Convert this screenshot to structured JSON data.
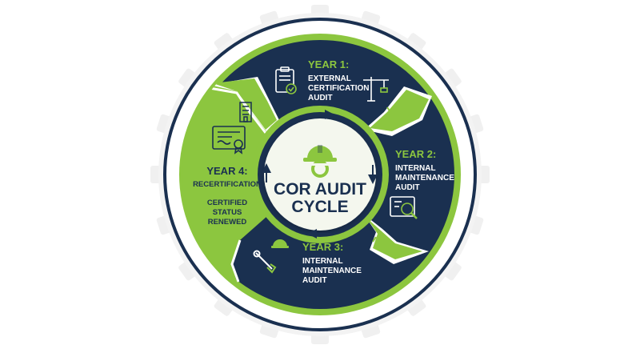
{
  "colors": {
    "navy": "#1a3050",
    "green": "#8cc63f",
    "white": "#ffffff",
    "gear_gray": "#eeeeee"
  },
  "center": {
    "title_line1": "COR AUDIT",
    "title_line2": "CYCLE",
    "icon": "hard-hat-gear-icon"
  },
  "segments": [
    {
      "year": "YEAR 1:",
      "lines": [
        "EXTERNAL",
        "CERTIFICATION",
        "AUDIT"
      ],
      "icons": [
        "clipboard-check-icon",
        "crane-icon"
      ]
    },
    {
      "year": "YEAR 2:",
      "lines": [
        "INTERNAL",
        "MAINTENANCE",
        "AUDIT"
      ],
      "icons": [
        "blueprint-magnifier-icon"
      ]
    },
    {
      "year": "YEAR 3:",
      "lines": [
        "INTERNAL",
        "MAINTENANCE",
        "AUDIT"
      ],
      "icons": [
        "wrench-icon",
        "hard-hat-icon"
      ]
    },
    {
      "year": "YEAR 4:",
      "lines": [
        "RECERTIFICATION"
      ],
      "sub_lines": [
        "CERTIFIED",
        "STATUS",
        "RENEWED"
      ],
      "icons": [
        "certificate-icon",
        "building-icon"
      ]
    }
  ]
}
